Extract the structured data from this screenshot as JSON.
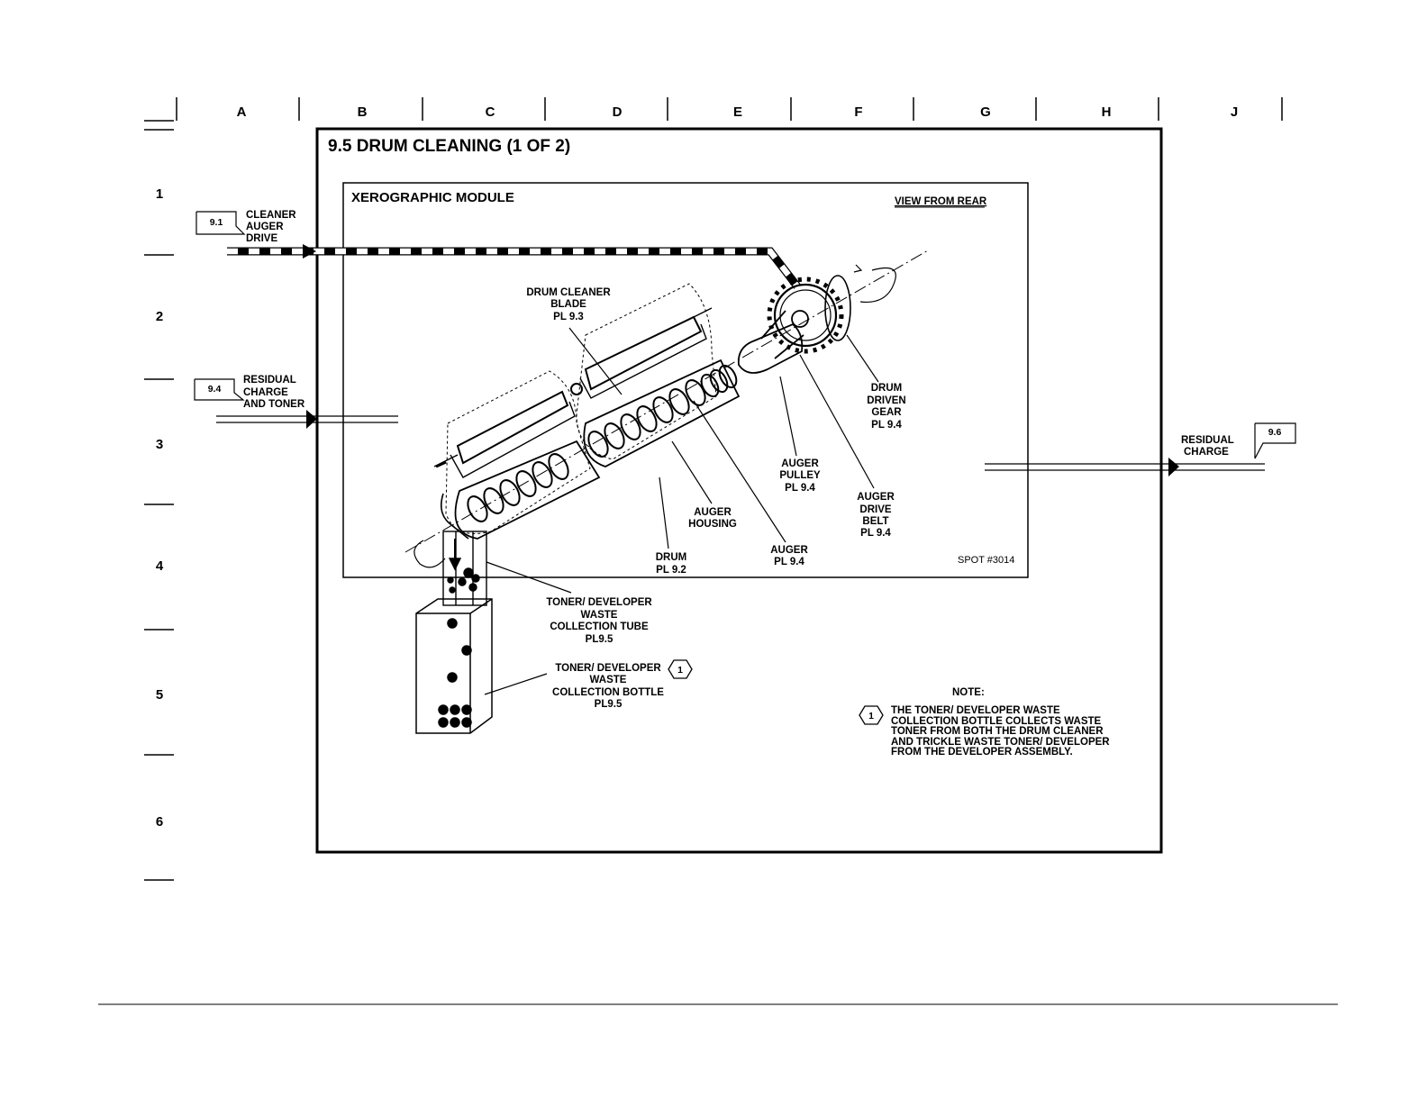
{
  "grid": {
    "columns": [
      "A",
      "B",
      "C",
      "D",
      "E",
      "F",
      "G",
      "H",
      "J"
    ],
    "rows": [
      "1",
      "2",
      "3",
      "4",
      "5",
      "6"
    ]
  },
  "title": "9.5 DRUM CLEANING (1 OF 2)",
  "module": {
    "name": "XEROGRAPHIC MODULE",
    "view": "VIEW FROM REAR",
    "spot": "SPOT #3014"
  },
  "inputs": [
    {
      "ref": "9.1",
      "lines": [
        "CLEANER",
        "AUGER",
        "DRIVE"
      ]
    },
    {
      "ref": "9.4",
      "lines": [
        "RESIDUAL",
        "CHARGE",
        "AND TONER"
      ]
    }
  ],
  "outputs": [
    {
      "ref": "9.6",
      "lines": [
        "RESIDUAL",
        "CHARGE"
      ]
    }
  ],
  "parts": {
    "drum_cleaner_blade": [
      "DRUM CLEANER",
      "BLADE",
      "PL 9.3"
    ],
    "drum_driven_gear": [
      "DRUM",
      "DRIVEN",
      "GEAR",
      "PL 9.4"
    ],
    "auger_pulley": [
      "AUGER",
      "PULLEY",
      "PL 9.4"
    ],
    "auger_drive_belt": [
      "AUGER",
      "DRIVE",
      "BELT",
      "PL 9.4"
    ],
    "auger_housing": [
      "AUGER",
      "HOUSING"
    ],
    "auger": [
      "AUGER",
      "PL 9.4"
    ],
    "drum": [
      "DRUM",
      "PL 9.2"
    ],
    "collection_tube": [
      "TONER/ DEVELOPER",
      "WASTE",
      "COLLECTION TUBE",
      "PL9.5"
    ],
    "collection_bottle": [
      "TONER/ DEVELOPER",
      "WASTE",
      "COLLECTION BOTTLE",
      "PL9.5"
    ]
  },
  "callout_marker": "1",
  "note": {
    "heading": "NOTE:",
    "marker": "1",
    "lines": [
      "THE TONER/ DEVELOPER WASTE",
      "COLLECTION BOTTLE COLLECTS WASTE",
      "TONER FROM BOTH THE DRUM CLEANER",
      "AND TRICKLE WASTE TONER/ DEVELOPER",
      "FROM THE DEVELOPER ASSEMBLY."
    ]
  }
}
